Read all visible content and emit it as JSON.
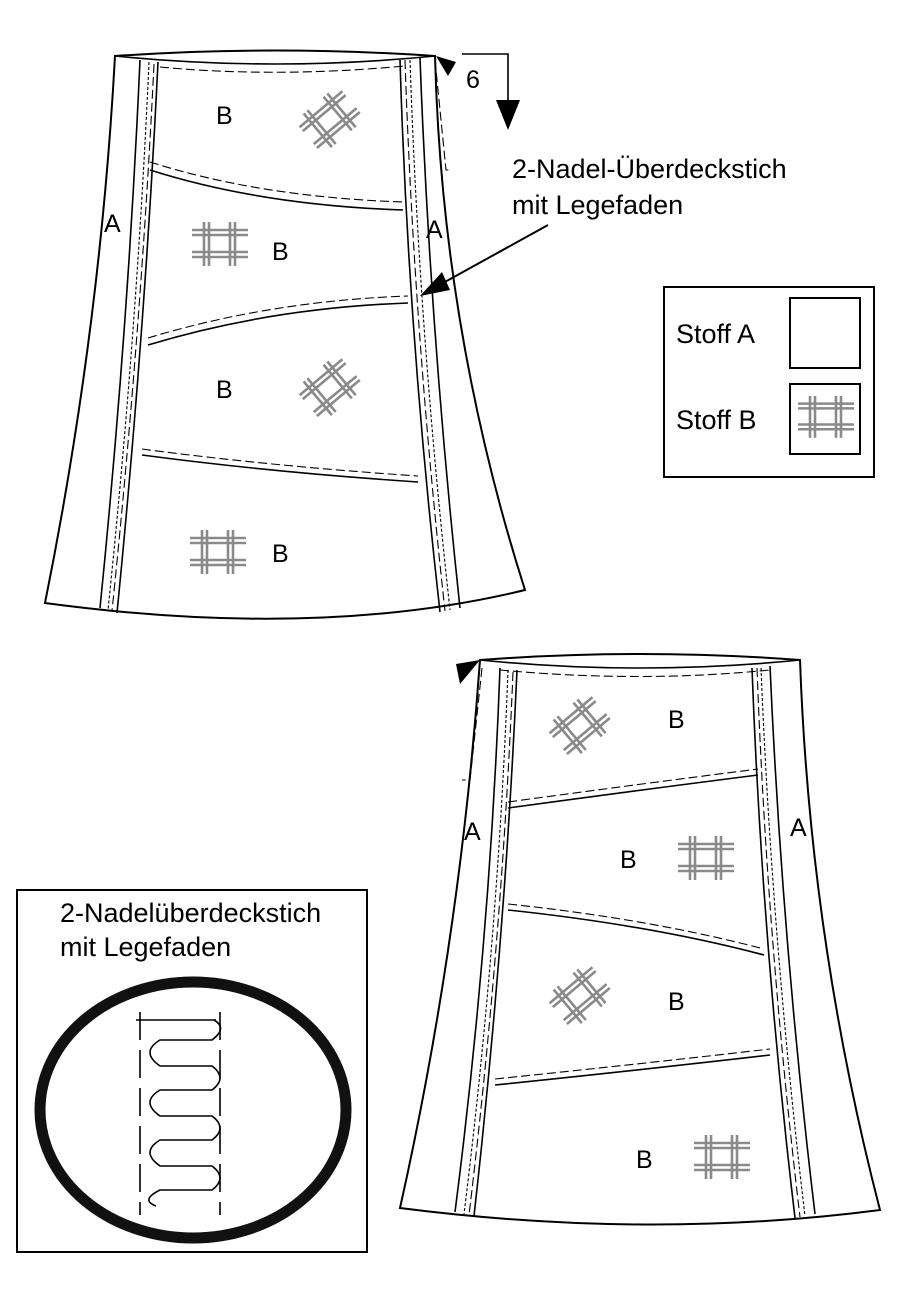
{
  "skirt_front": {
    "label_a_left": "A",
    "label_a_right": "A",
    "panel_labels": [
      "B",
      "B",
      "B",
      "B"
    ],
    "step_number": "6"
  },
  "callout": {
    "line1": "2-Nadel-Überdeckstich",
    "line2": "mit Legefaden"
  },
  "legend": {
    "fabric_a": "Stoff A",
    "fabric_b": "Stoff B"
  },
  "skirt_back": {
    "label_a_left": "A",
    "label_a_right": "A",
    "panel_labels": [
      "B",
      "B",
      "B",
      "B"
    ]
  },
  "detail": {
    "line1": "2-Nadelüberdeckstich",
    "line2": "mit Legefaden"
  },
  "colors": {
    "line": "#000000",
    "plaid": "#8a8a8a",
    "background": "#ffffff"
  }
}
